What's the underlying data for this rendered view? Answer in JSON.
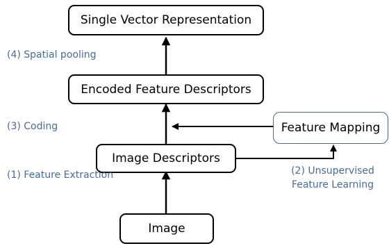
{
  "nodes": {
    "single_vector": "Single Vector Representation",
    "encoded": "Encoded Feature Descriptors",
    "feature_mapping": "Feature Mapping",
    "image_descriptors": "Image Descriptors",
    "image": "Image"
  },
  "steps": {
    "spatial_pooling": "(4) Spatial pooling",
    "coding": "(3) Coding",
    "unsupervised_line1": "(2) Unsupervised",
    "unsupervised_line2": "Feature Learning",
    "feature_extraction": "(1) Feature Extraction"
  },
  "colors": {
    "step_text": "#4a6a9a",
    "mapping_border": "#4a6a8f"
  }
}
